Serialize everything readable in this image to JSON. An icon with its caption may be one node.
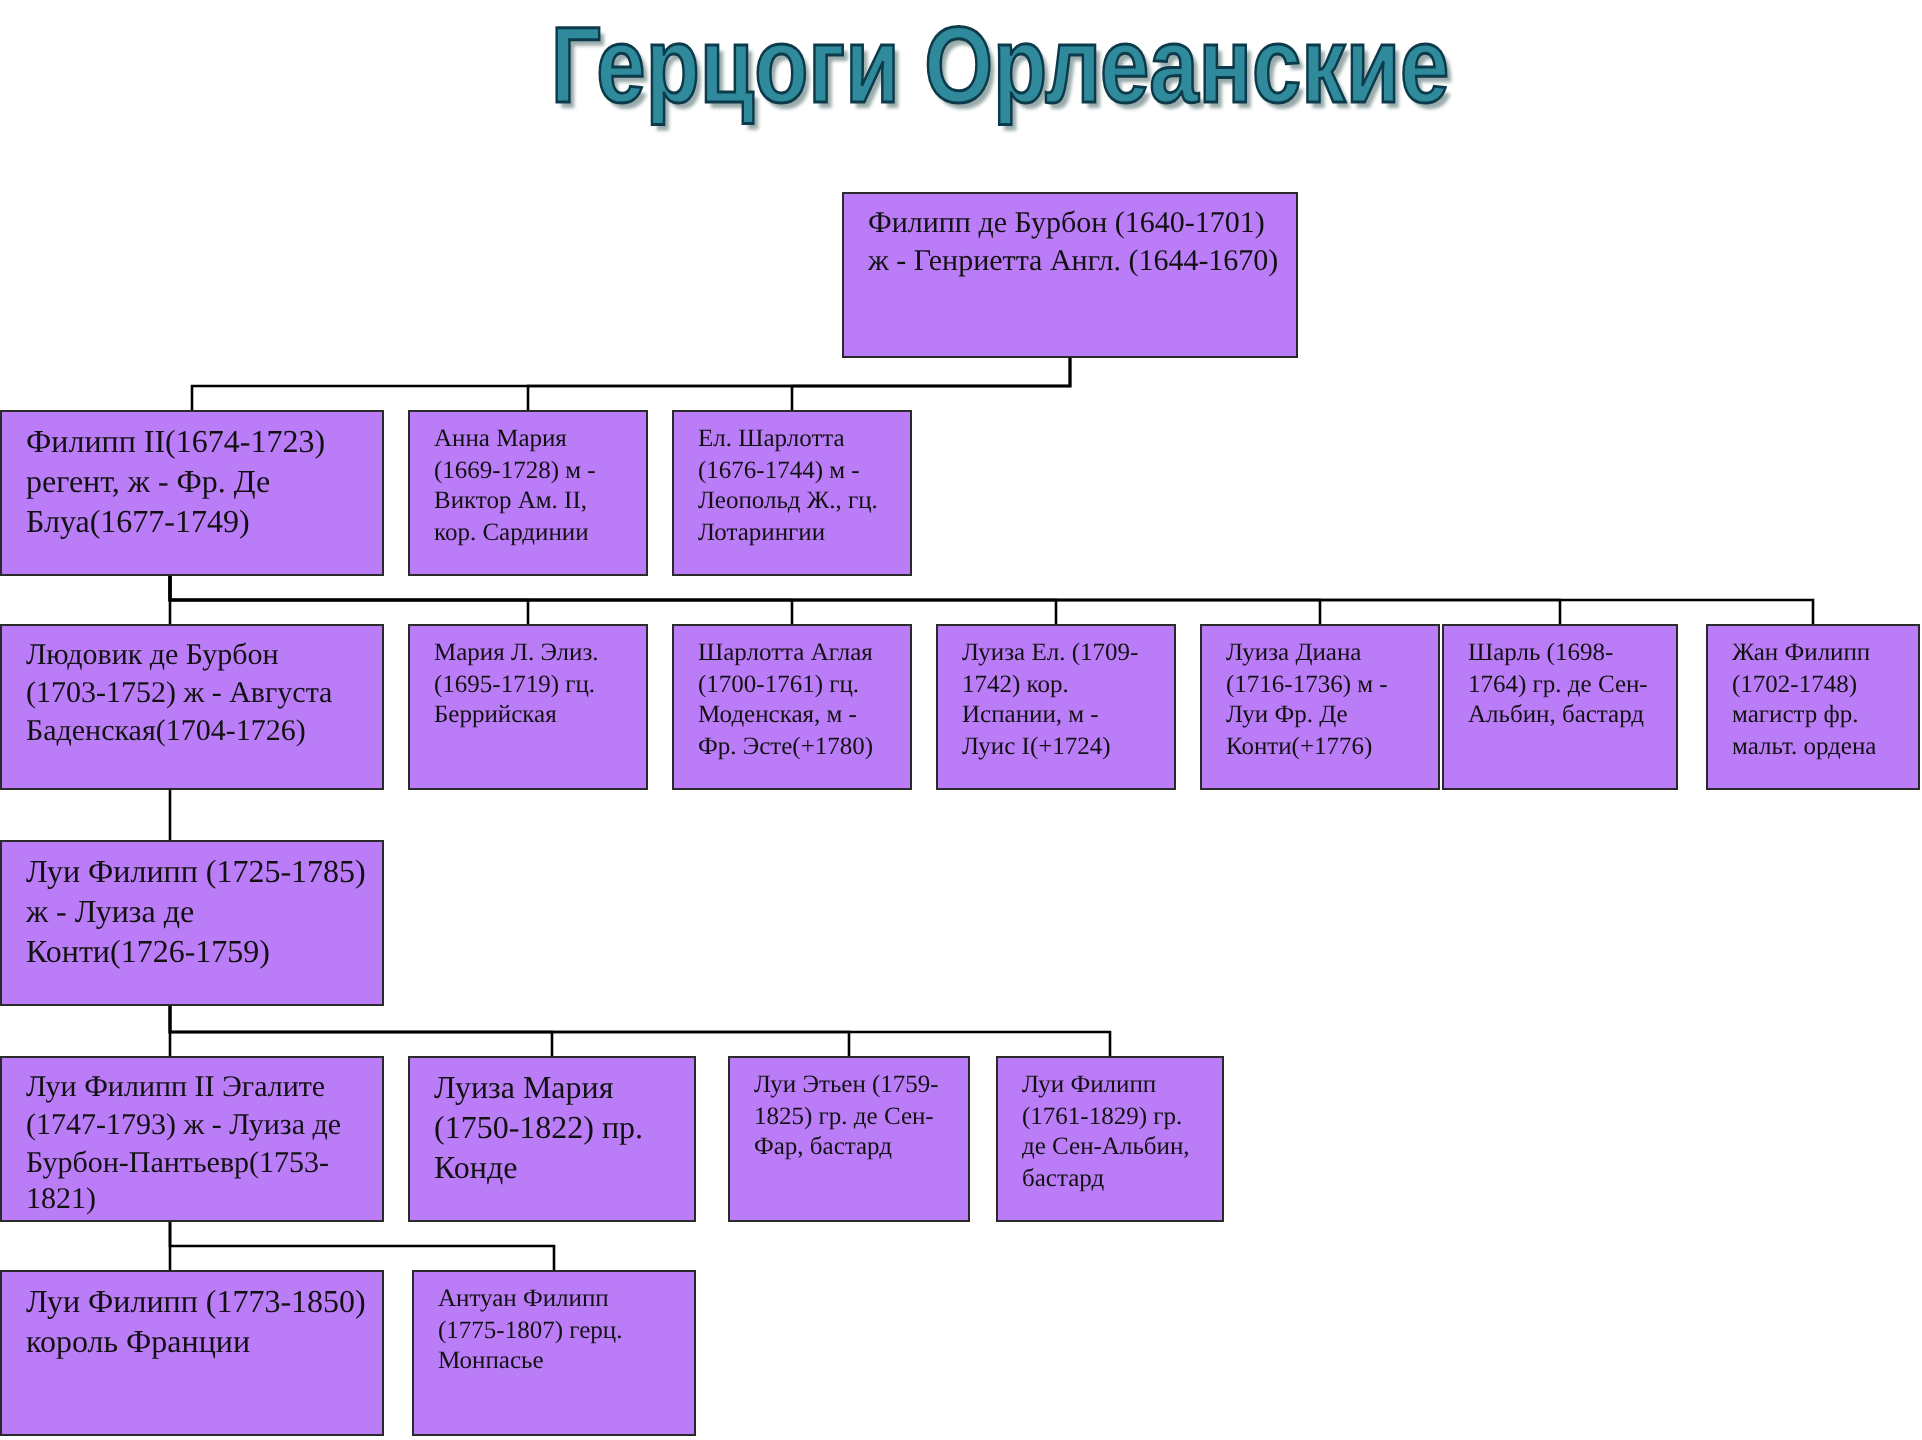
{
  "diagram": {
    "title": "Герцоги Орлеанские",
    "nodes": [
      {
        "text": [
          "Филипп де Бурбон (1640-1701) ж - Генриетта Англ. (1644-1670)"
        ]
      },
      {
        "text": [
          "Филипп II(1674-1723) регент, ж - Фр. Де Блуа(1677-1749)"
        ]
      },
      {
        "text": [
          "Анна Мария (1669-1728) м - Виктор Ам. II, кор. Сардинии"
        ]
      },
      {
        "text": [
          "Ел. Шарлотта (1676-1744) м - Леопольд Ж., гц. Лотарингии"
        ]
      },
      {
        "text": [
          "Людовик де Бурбон (1703-1752) ж - Августа Баденская(1704-1726)"
        ]
      },
      {
        "text": [
          "Мария Л. Элиз. (1695-1719) гц. Беррийская"
        ]
      },
      {
        "text": [
          "Шарлотта Аглая (1700-1761) гц. Моденская, м - Фр. Эсте(+1780)"
        ]
      },
      {
        "text": [
          "Луиза Ел. (1709-1742) кор. Испании, м - Луис I(+1724)"
        ]
      },
      {
        "text": [
          "Луиза Диана (1716-1736) м - Луи Фр. Де Конти(+1776)"
        ]
      },
      {
        "text": [
          "Шарль (1698-1764) гр. де Сен-Альбин, бастард"
        ]
      },
      {
        "text": [
          "Жан Филипп (1702-1748) магистр фр. мальт. ордена"
        ]
      },
      {
        "text": [
          "Луи Филипп (1725-1785) ж - Луиза де Конти(1726-1759)"
        ]
      },
      {
        "text": [
          "Луи Филипп II Эгалите (1747-1793) ж - Луиза де Бурбон-Пантьевр(1753-1821)"
        ]
      },
      {
        "text": [
          "Луиза Мария (1750-1822) пр. Конде"
        ]
      },
      {
        "text": [
          "Луи Этьен (1759-1825) гр. де Сен-Фар, бастард"
        ]
      },
      {
        "text": [
          "Луи Филипп (1761-1829) гр. де Сен-Альбин, бастард"
        ]
      },
      {
        "text": [
          "Луи Филипп (1773-1850) король Франции"
        ]
      },
      {
        "text": [
          "Антуан Филипп (1775-1807) герц. Монпасье"
        ]
      }
    ],
    "edges": [
      {
        "from": 0,
        "to": 1,
        "arrow": "none"
      },
      {
        "from": 0,
        "to": 2,
        "arrow": "none"
      },
      {
        "from": 0,
        "to": 3,
        "arrow": "none"
      },
      {
        "from": 1,
        "to": 4,
        "arrow": "none"
      },
      {
        "from": 1,
        "to": 5,
        "arrow": "none"
      },
      {
        "from": 1,
        "to": 6,
        "arrow": "none"
      },
      {
        "from": 1,
        "to": 7,
        "arrow": "none"
      },
      {
        "from": 1,
        "to": 8,
        "arrow": "none"
      },
      {
        "from": 1,
        "to": 9,
        "arrow": "none"
      },
      {
        "from": 1,
        "to": 10,
        "arrow": "none"
      },
      {
        "from": 4,
        "to": 11,
        "arrow": "none"
      },
      {
        "from": 11,
        "to": 12,
        "arrow": "none"
      },
      {
        "from": 11,
        "to": 13,
        "arrow": "none"
      },
      {
        "from": 11,
        "to": 14,
        "arrow": "none"
      },
      {
        "from": 11,
        "to": 15,
        "arrow": "none"
      },
      {
        "from": 12,
        "to": 16,
        "arrow": "none"
      },
      {
        "from": 12,
        "to": 17,
        "arrow": "none"
      }
    ]
  }
}
